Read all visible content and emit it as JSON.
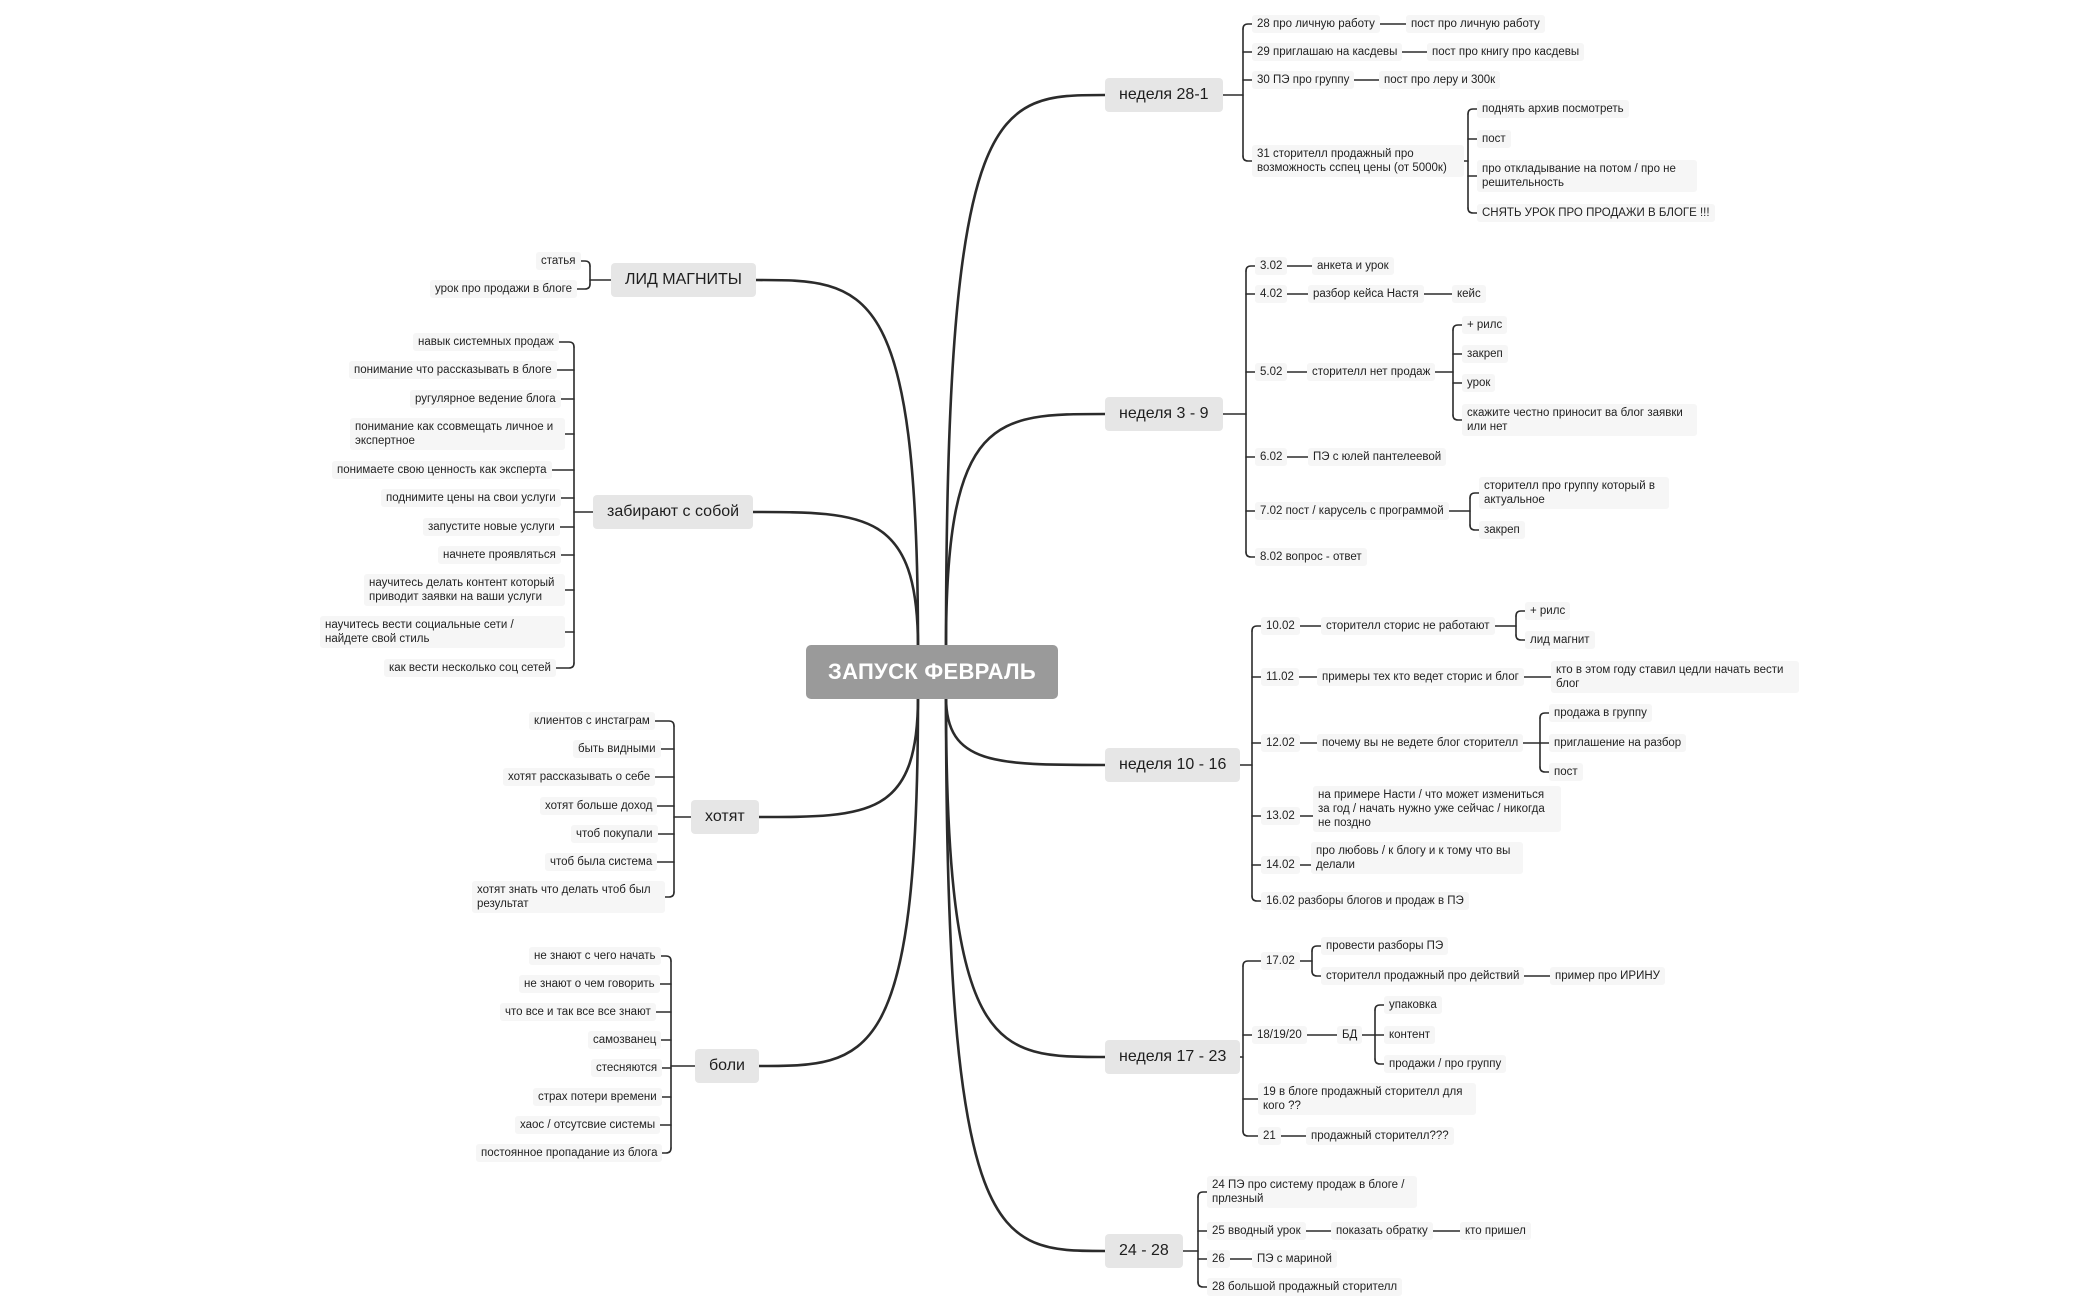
{
  "root": {
    "label": "ЗАПУСК ФЕВРАЛЬ"
  },
  "colors": {
    "root_bg": "#9a9a9a",
    "branch_bg": "#e6e6e6",
    "leaf_bg": "#f6f6f6",
    "line": "#2b2b2b"
  },
  "nodes": {
    "b_w1": "неделя 28-1",
    "b_w2": "неделя 3 - 9",
    "b_w3": "неделя 10 - 16",
    "b_w4": "неделя 17 - 23",
    "b_w5": "24 - 28",
    "b_lead": "ЛИД МАГНИТЫ",
    "b_take": "забирают с собой",
    "b_want": "хотят",
    "b_pain": "боли",
    "w1_28": "28 про личную работу",
    "w1_28a": "пост про личную работу",
    "w1_29": "29 приглашаю на касдевы",
    "w1_29a": "пост про книгу про касдевы",
    "w1_30": "30 ПЭ про группу",
    "w1_30a": "пост про леру и 300к",
    "w1_31": "31 сторителл продажный про возможность сспец цены (от 5000к)",
    "w1_31a": "поднять архив посмотреть",
    "w1_31b": "пост",
    "w1_31c": "про откладывание на потом / про не решительность",
    "w1_31d": "СНЯТЬ УРОК ПРО ПРОДАЖИ В БЛОГЕ !!!",
    "w2_3": "3.02",
    "w2_3a": "анкета и урок",
    "w2_4": "4.02",
    "w2_4a": "разбор кейса Настя",
    "w2_4b": "кейс",
    "w2_5": "5.02",
    "w2_5a": "сторителл нет продаж",
    "w2_5b": "+ рилс",
    "w2_5c": "закреп",
    "w2_5d": "урок",
    "w2_5e": "скажите честно приносит ва блог заявки или нет",
    "w2_6": "6.02",
    "w2_6a": "ПЭ с юлей пантелеевой",
    "w2_7": "7.02 пост / карусель с программой",
    "w2_7a": "сторителл про группу который в актуальное",
    "w2_7b": "закреп",
    "w2_8": "8.02 вопрос - ответ",
    "w3_10": "10.02",
    "w3_10a": "сторителл сторис не работают",
    "w3_10b": "+ рилс",
    "w3_10c": "лид магнит",
    "w3_11": "11.02",
    "w3_11a": "примеры тех кто ведет сторис и блог",
    "w3_11b": "кто в этом году ставил цедли начать вести блог",
    "w3_12": "12.02",
    "w3_12a": "почему вы не ведете блог сторителл",
    "w3_12b": "продажа в группу",
    "w3_12c": "приглашение на разбор",
    "w3_12d": "пост",
    "w3_13": "13.02",
    "w3_13a": "на примере Насти / что может измениться за год / начать нужно уже сейчас / никогда не поздно",
    "w3_14": "14.02",
    "w3_14a": "про любовь / к блогу и к тому что вы делали",
    "w3_16": "16.02 разборы блогов и продаж в ПЭ",
    "w4_17": "17.02",
    "w4_17a": "провести разборы ПЭ",
    "w4_17b": "сторителл продажный про действий",
    "w4_17c": "пример про ИРИНУ",
    "w4_18": "18/19/20",
    "w4_18a": "БД",
    "w4_18b": "упаковка",
    "w4_18c": "контент",
    "w4_18d": "продажи / про группу",
    "w4_19": "19 в блоге продажный сторителл для кого ??",
    "w4_21": "21",
    "w4_21a": "продажный сторителл???",
    "w5_24": "24 ПЭ про систему продаж в блоге / прлезный",
    "w5_25": "25 вводный урок",
    "w5_25a": "показать обратку",
    "w5_25b": "кто пришел",
    "w5_26": "26",
    "w5_26a": "ПЭ с мариной",
    "w5_28": "28 большой продажный сторителл",
    "lm_1": "статья",
    "lm_2": "урок про продажи в блоге",
    "tk_1": "навык системных продаж",
    "tk_2": "понимание  что рассказывать в блоге",
    "tk_3": "ругулярное ведение блога",
    "tk_4": "понимание как ссовмещать личное и экспертное",
    "tk_5": "понимаете свою ценность как эксперта",
    "tk_6": "поднимите цены на свои услуги",
    "tk_7": "запустите новые услуги",
    "tk_8": "начнете проявляться",
    "tk_9": "научитесь делать контент который приводит заявки на ваши услуги",
    "tk_10": "научитесь вести социальные сети / найдете свой стиль",
    "tk_11": "как вести несколько соц сетей",
    "wt_1": "клиентов с инстаграм",
    "wt_2": "быть видными",
    "wt_3": "хотят рассказывать о себе",
    "wt_4": "хотят больше доход",
    "wt_5": "чтоб покупали",
    "wt_6": "чтоб была система",
    "wt_7": "хотят знать что делать чтоб был результат",
    "pn_1": "не знают с чего начать",
    "pn_2": "не знают о чем говорить",
    "pn_3": "что все и так все все  знают",
    "pn_4": "самозванец",
    "pn_5": "стесняются",
    "pn_6": "страх потери времени",
    "pn_7": "хаос / отсутсвие системы",
    "pn_8": "постоянное пропадание из блога"
  }
}
